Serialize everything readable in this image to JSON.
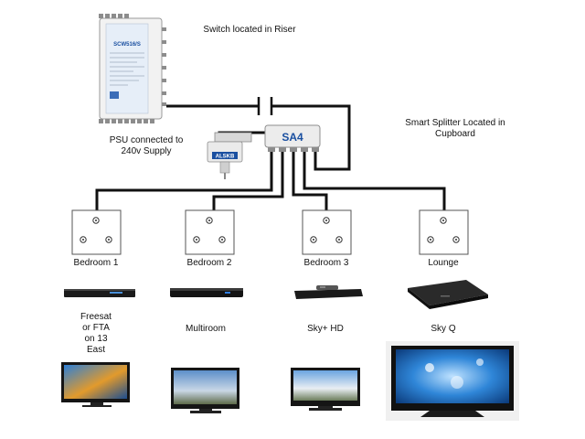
{
  "labels": {
    "switch_location": "Switch located in Riser",
    "psu": "PSU connected to\n240v Supply",
    "splitter_location": "Smart Splitter Located in\nCupboard",
    "splitter_name": "SA4",
    "switch_model": "SCW516/S",
    "psu_brand": "ALSKB"
  },
  "rooms": [
    {
      "name": "Bedroom 1",
      "device": "Freesat\nor FTA\non 13\nEast"
    },
    {
      "name": "Bedroom 2",
      "device": "Multiroom"
    },
    {
      "name": "Bedroom 3",
      "device": "Sky+ HD"
    },
    {
      "name": "Lounge",
      "device": "Sky Q"
    }
  ],
  "colors": {
    "cable": "#111111",
    "splitter_text": "#1a4fa0",
    "switch_body": "#f2f2f2",
    "switch_panel": "#e6eef8"
  }
}
